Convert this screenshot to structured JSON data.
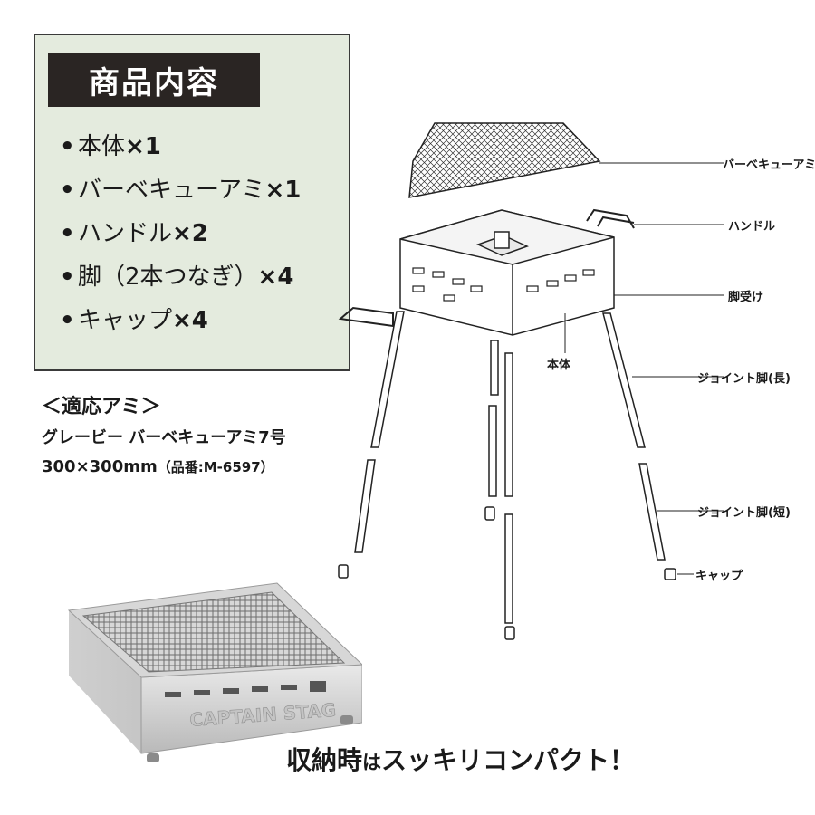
{
  "contents": {
    "title": "商品内容",
    "items": [
      {
        "name": "本体",
        "qty": "×1"
      },
      {
        "name": "バーベキューアミ",
        "qty": "×1"
      },
      {
        "name": "ハンドル",
        "qty": "×2"
      },
      {
        "name": "脚（2本つなぎ）",
        "qty": "×4"
      },
      {
        "name": "キャップ",
        "qty": "×4"
      }
    ]
  },
  "compatible_mesh": {
    "heading": "＜適応アミ＞",
    "line1": "グレービー バーベキューアミ7号",
    "line2_size": "300×300mm",
    "line2_part": "（品番:M-6597）"
  },
  "diagram_labels": {
    "mesh": "バーベキューアミ",
    "handle": "ハンドル",
    "leg_holder": "脚受け",
    "body": "本体",
    "joint_leg_long": "ジョイント脚(長)",
    "joint_leg_short": "ジョイント脚(短)",
    "cap": "キャップ"
  },
  "photo": {
    "brand": "CAPTAIN STAG"
  },
  "caption": {
    "part1": "収納時",
    "part2": "は",
    "part3": "スッキリコンパクト！"
  }
}
